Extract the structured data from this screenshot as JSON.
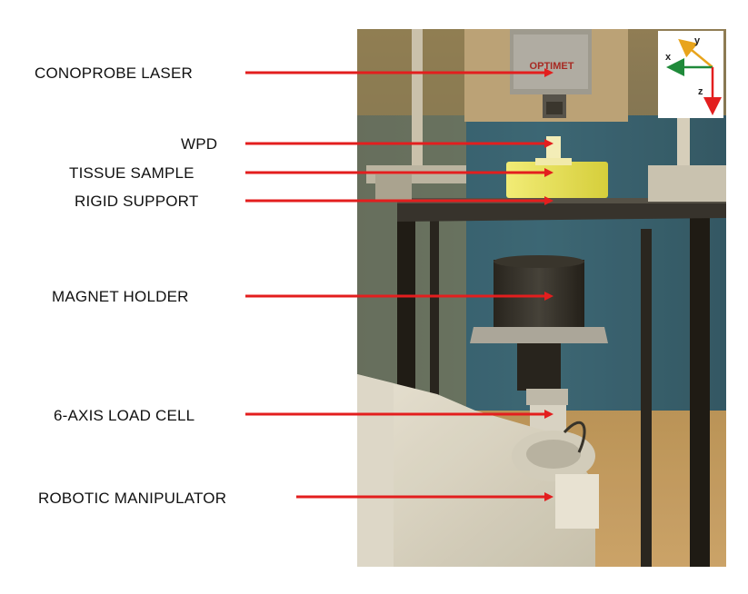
{
  "labels": [
    {
      "key": "laser",
      "text": "CONOPROBE LASER"
    },
    {
      "key": "wpd",
      "text": "WPD"
    },
    {
      "key": "tissue",
      "text": "TISSUE SAMPLE"
    },
    {
      "key": "support",
      "text": "RIGID SUPPORT"
    },
    {
      "key": "magnet",
      "text": "MAGNET HOLDER"
    },
    {
      "key": "loadcell",
      "text": "6-AXIS LOAD CELL"
    },
    {
      "key": "robot",
      "text": "ROBOTIC MANIPULATOR"
    }
  ],
  "device_brand": "OPTIMET",
  "axes": {
    "x": "x",
    "y": "y",
    "z": "z"
  },
  "colors": {
    "arrow": "#e31e1e",
    "x_axis": "#1f8a3a",
    "y_axis": "#e8a41c",
    "z_axis": "#e31e1e"
  }
}
